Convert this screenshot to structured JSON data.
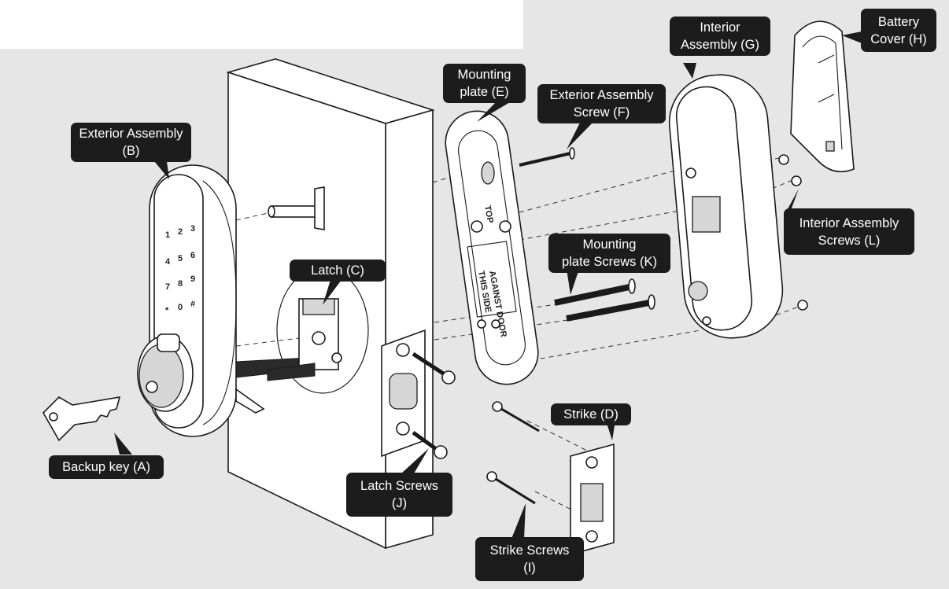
{
  "callouts": {
    "backup_key": "Backup key (A)",
    "exterior_assembly": "Exterior Assembly\n(B)",
    "latch": "Latch (C)",
    "strike": "Strike (D)",
    "mounting_plate": "Mounting\nplate (E)",
    "exterior_assembly_screw": "Exterior Assembly\nScrew (F)",
    "interior_assembly": "Interior\nAssembly (G)",
    "battery_cover": "Battery\nCover (H)",
    "strike_screws": "Strike Screws\n(I)",
    "latch_screws": "Latch Screws\n(J)",
    "mounting_plate_screws": "Mounting\nplate Screws (K)",
    "interior_assembly_screws": "Interior Assembly\nScrews (L)"
  },
  "keypad": {
    "keys": [
      "1",
      "2",
      "3",
      "4",
      "5",
      "6",
      "7",
      "8",
      "9",
      "*",
      "0",
      "#"
    ]
  },
  "plate_text": {
    "top": "TOP",
    "line1": "THIS SIDE",
    "line2": "AGAINST DOOR"
  },
  "colors": {
    "background": "#e6e6e6",
    "callout_fill": "#1c1c1c",
    "callout_text": "#ffffff"
  }
}
